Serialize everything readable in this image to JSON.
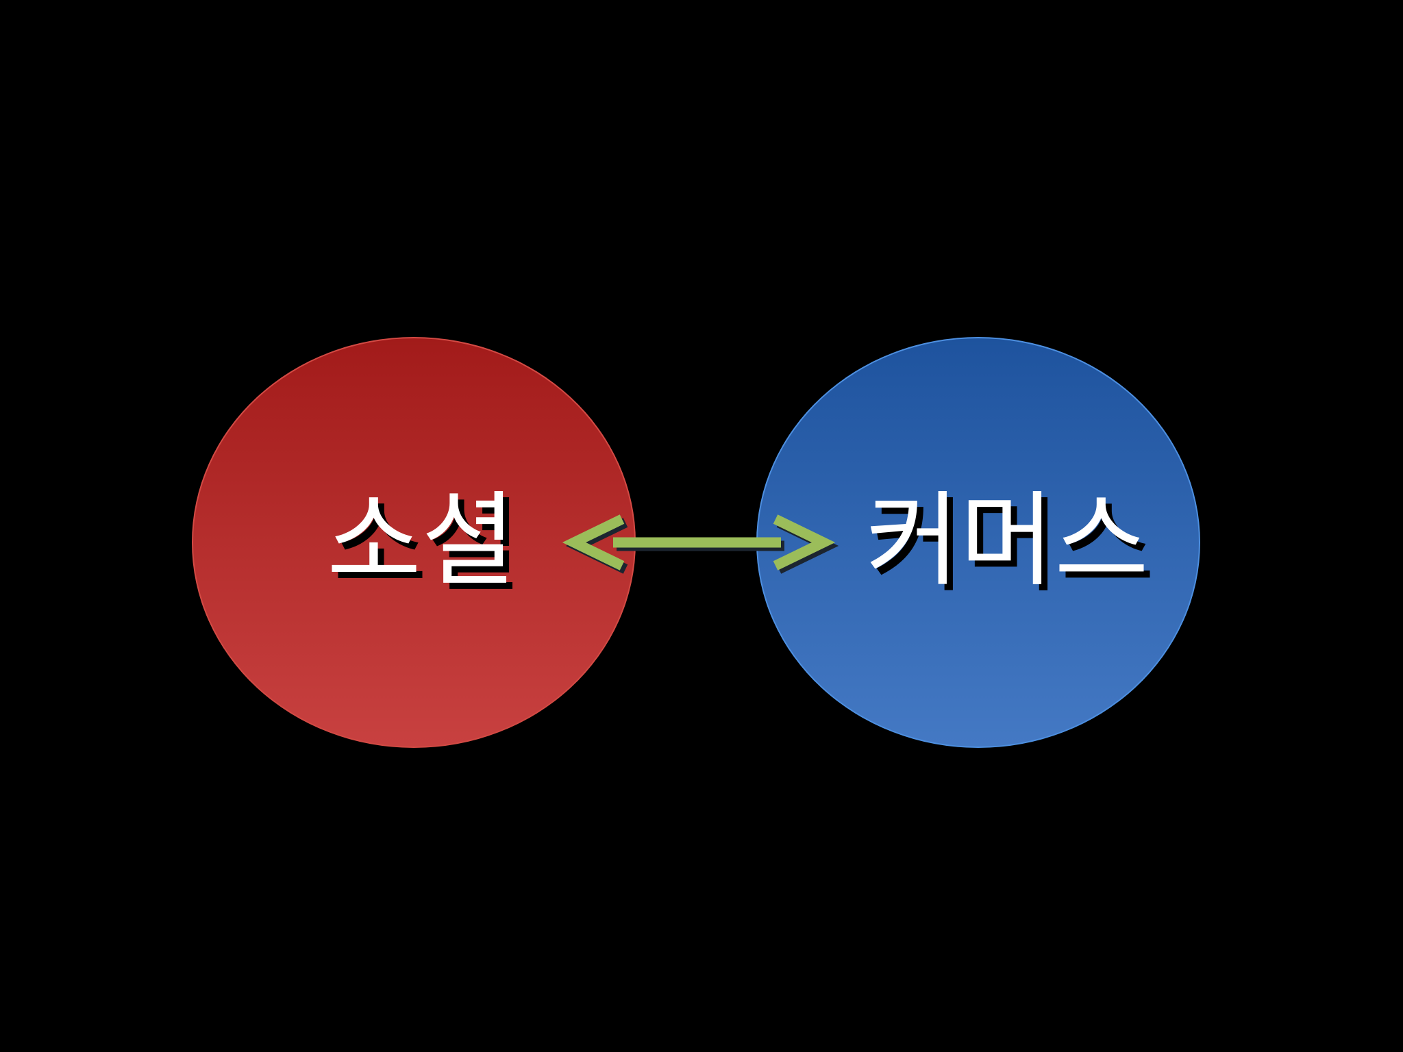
{
  "diagram": {
    "nodes": [
      {
        "id": "social",
        "label": "소셜",
        "color": "#b83130"
      },
      {
        "id": "commerce",
        "label": "커머스",
        "color": "#3469b4"
      }
    ],
    "edge": {
      "from": "social",
      "to": "commerce",
      "direction": "both",
      "color": "#9bbd5a"
    }
  }
}
